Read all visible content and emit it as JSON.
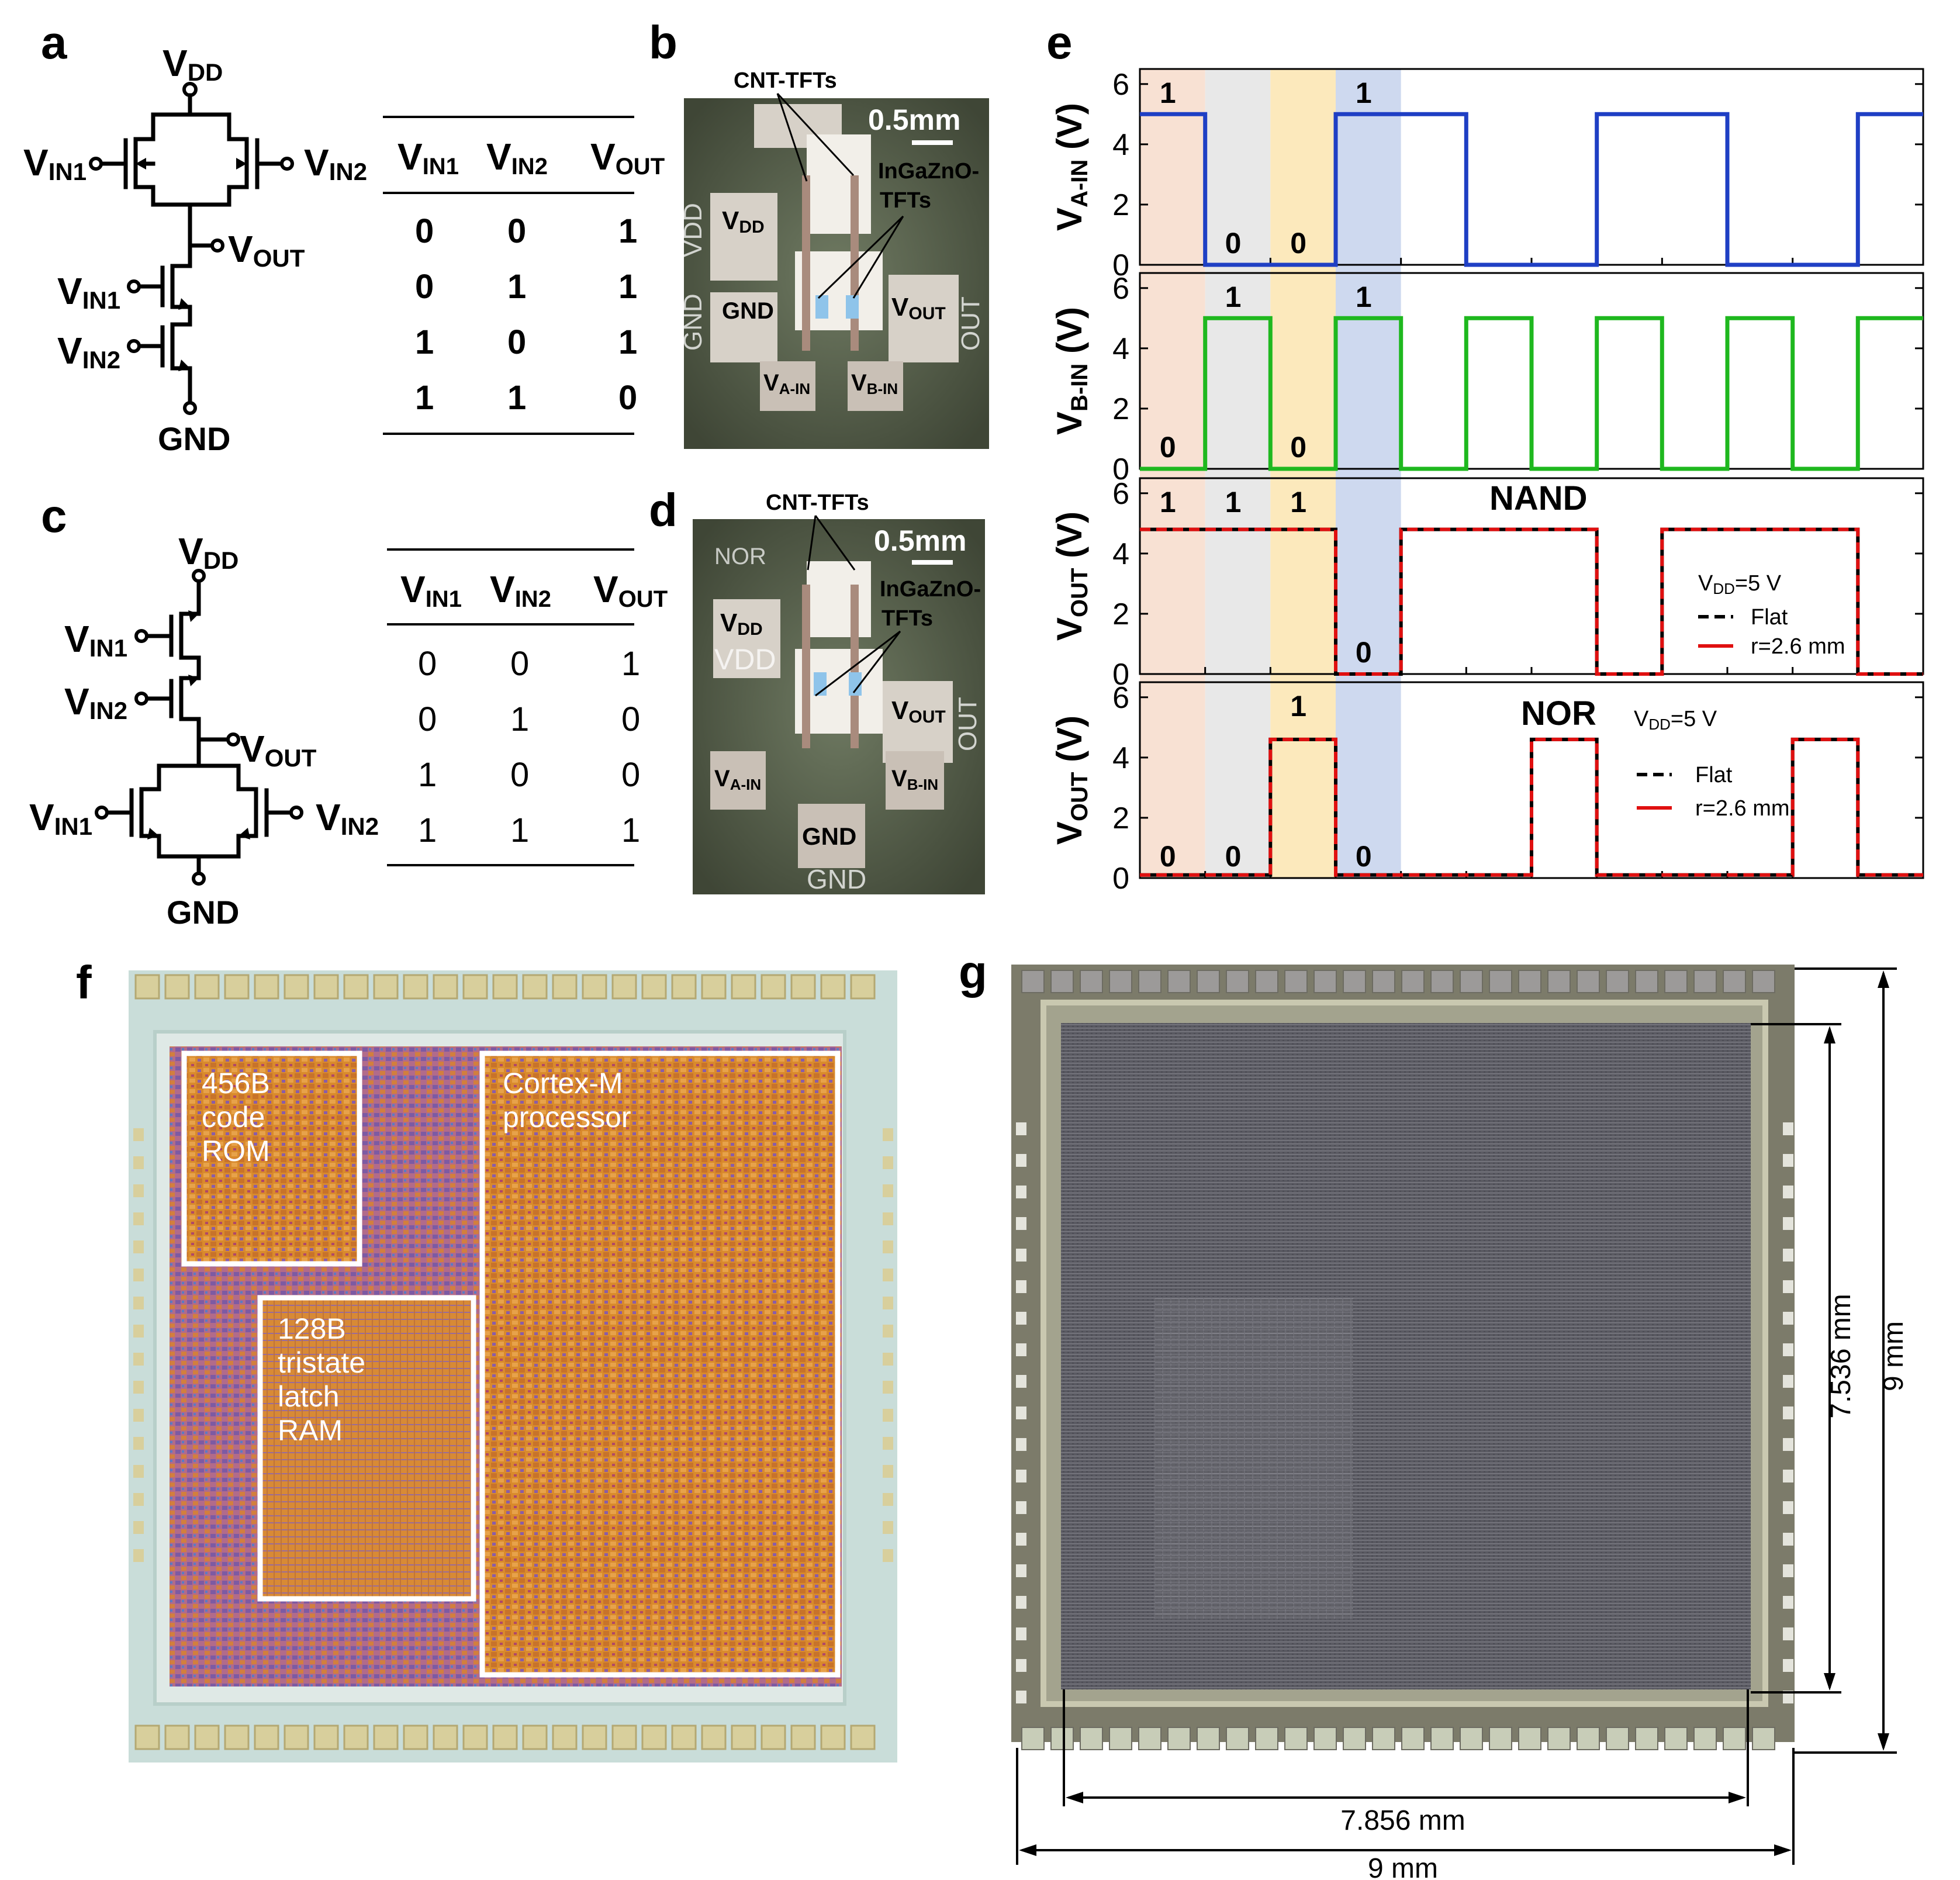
{
  "panels": {
    "a": {
      "letter": "a",
      "labels": {
        "vdd": "V",
        "vdd_sub": "DD",
        "vin": "V",
        "in1": "IN1",
        "in2": "IN2",
        "vout_sub": "OUT",
        "gnd": "GND"
      },
      "table": {
        "headers": [
          {
            "v": "V",
            "sub": "IN1"
          },
          {
            "v": "V",
            "sub": "IN2"
          },
          {
            "v": "V",
            "sub": "OUT"
          }
        ],
        "rows": [
          [
            "0",
            "0",
            "1"
          ],
          [
            "0",
            "1",
            "1"
          ],
          [
            "1",
            "0",
            "1"
          ],
          [
            "1",
            "1",
            "0"
          ]
        ]
      }
    },
    "b": {
      "letter": "b",
      "cnt": "CNT-TFTs",
      "scale": "0.5mm",
      "igzo1": "InGaZnO-",
      "igzo2": "TFTs",
      "vdd": "V",
      "vdd_sub": "DD",
      "gnd": "GND",
      "vout": "V",
      "vout_sub": "OUT",
      "va": "V",
      "va_sub": "A-IN",
      "vb": "V",
      "vb_sub": "B-IN",
      "chip_vdd": "VDD",
      "chip_gnd": "GND",
      "chip_out": "OUT"
    },
    "c": {
      "letter": "c",
      "labels": {
        "vdd": "V",
        "vdd_sub": "DD",
        "vin": "V",
        "in1": "IN1",
        "in2": "IN2",
        "vout_sub": "OUT",
        "gnd": "GND"
      },
      "table": {
        "headers": [
          {
            "v": "V",
            "sub": "IN1"
          },
          {
            "v": "V",
            "sub": "IN2"
          },
          {
            "v": "V",
            "sub": "OUT"
          }
        ],
        "rows": [
          [
            "0",
            "0",
            "1"
          ],
          [
            "0",
            "1",
            "0"
          ],
          [
            "1",
            "0",
            "0"
          ],
          [
            "1",
            "1",
            "1"
          ]
        ]
      }
    },
    "d": {
      "letter": "d",
      "cnt": "CNT-TFTs",
      "scale": "0.5mm",
      "igzo1": "InGaZnO-",
      "igzo2": "TFTs",
      "vdd": "V",
      "vdd_sub": "DD",
      "vout": "V",
      "vout_sub": "OUT",
      "va": "V",
      "va_sub": "A-IN",
      "vb": "V",
      "vb_sub": "B-IN",
      "gnd": "GND",
      "chip_nor": "NOR",
      "chip_vdd": "VDD",
      "chip_out": "OUT",
      "chip_gnd": "GND"
    },
    "e": {
      "letter": "e",
      "nand_label": "NAND",
      "nor_label": "NOR",
      "legend": {
        "vdd": "V",
        "vdd_sub": "DD",
        "vdd_val": "=5 V",
        "flat": "Flat",
        "bent": "r=2.6 mm"
      }
    },
    "f": {
      "letter": "f",
      "rom": [
        "456B",
        "code",
        "ROM"
      ],
      "ram": [
        "128B",
        "tristate",
        "latch",
        "RAM"
      ],
      "cpu": [
        "Cortex-M",
        "processor"
      ]
    },
    "g": {
      "letter": "g",
      "dim_height_inner": "7.536 mm",
      "dim_height_outer": "9 mm",
      "dim_width_inner": "7.856 mm",
      "dim_width_outer": "9 mm"
    }
  },
  "colors": {
    "va_trace": "#1f3fc4",
    "vb_trace": "#1fb81f",
    "flat_trace": "#000000",
    "bent_trace": "#e01010",
    "band_00": "#f7dccb",
    "band_01": "#e4e4e4",
    "band_10": "#fbe5b0",
    "band_11": "#c5d2ec"
  },
  "chart_data": [
    {
      "type": "line",
      "ylabel": "V",
      "ylabel_sub": "A-IN",
      "ylabel_unit": " (V)",
      "ylim": [
        0,
        6.5
      ],
      "yticks": [
        "0",
        "2",
        "4",
        "6"
      ],
      "x": [
        0,
        1,
        1,
        3,
        3,
        5,
        5,
        7,
        7,
        9,
        9,
        11,
        11,
        12
      ],
      "series": [
        {
          "values": [
            5,
            5,
            0,
            0,
            5,
            5,
            0,
            0,
            5,
            5,
            0,
            0,
            5,
            5
          ]
        }
      ],
      "annotations": [
        {
          "x": 0.5,
          "text": "1"
        },
        {
          "x": 1.5,
          "text": "0"
        },
        {
          "x": 2.5,
          "text": "0"
        },
        {
          "x": 3.5,
          "text": "1"
        }
      ]
    },
    {
      "type": "line",
      "ylabel": "V",
      "ylabel_sub": "B-IN",
      "ylabel_unit": " (V)",
      "ylim": [
        0,
        6.5
      ],
      "yticks": [
        "0",
        "2",
        "4",
        "6"
      ],
      "x": [
        0,
        1,
        1,
        2,
        2,
        3,
        3,
        4,
        4,
        5,
        5,
        6,
        6,
        7,
        7,
        8,
        8,
        9,
        9,
        10,
        10,
        11,
        11,
        12
      ],
      "series": [
        {
          "values": [
            0,
            0,
            5,
            5,
            0,
            0,
            5,
            5,
            0,
            0,
            5,
            5,
            0,
            0,
            5,
            5,
            0,
            0,
            5,
            5,
            0,
            0,
            5,
            5
          ]
        }
      ],
      "annotations": [
        {
          "x": 0.5,
          "text": "0"
        },
        {
          "x": 1.5,
          "text": "1"
        },
        {
          "x": 2.5,
          "text": "0"
        },
        {
          "x": 3.5,
          "text": "1"
        }
      ]
    },
    {
      "type": "line",
      "ylabel": "V",
      "ylabel_sub": "OUT",
      "ylabel_unit": " (V)",
      "ylim": [
        0,
        6.5
      ],
      "yticks": [
        "0",
        "2",
        "4",
        "6"
      ],
      "x": [
        0,
        3,
        3,
        4,
        4,
        7,
        7,
        8,
        8,
        11,
        11,
        12
      ],
      "series": [
        {
          "name": "Flat",
          "values": [
            4.8,
            4.8,
            0,
            0,
            4.8,
            4.8,
            0,
            0,
            4.8,
            4.8,
            0,
            0
          ]
        },
        {
          "name": "r=2.6 mm",
          "values": [
            4.8,
            4.8,
            0,
            0,
            4.8,
            4.8,
            0,
            0,
            4.8,
            4.8,
            0,
            0
          ]
        }
      ],
      "annotations": [
        {
          "x": 0.5,
          "text": "1"
        },
        {
          "x": 1.5,
          "text": "1"
        },
        {
          "x": 2.5,
          "text": "1"
        },
        {
          "x": 3.5,
          "text": "0"
        }
      ]
    },
    {
      "type": "line",
      "ylabel": "V",
      "ylabel_sub": "OUT",
      "ylabel_unit": " (V)",
      "ylim": [
        0,
        6.5
      ],
      "yticks": [
        "0",
        "2",
        "4",
        "6"
      ],
      "x": [
        0,
        2,
        2,
        3,
        3,
        6,
        6,
        7,
        7,
        10,
        10,
        11,
        11,
        12
      ],
      "series": [
        {
          "name": "Flat",
          "values": [
            0.1,
            0.1,
            4.6,
            4.6,
            0.1,
            0.1,
            4.6,
            4.6,
            0.1,
            0.1,
            4.6,
            4.6,
            0.1,
            0.1
          ]
        },
        {
          "name": "r=2.6 mm",
          "values": [
            0.1,
            0.1,
            4.6,
            4.6,
            0.1,
            0.1,
            4.6,
            4.6,
            0.1,
            0.1,
            4.6,
            4.6,
            0.1,
            0.1
          ]
        }
      ],
      "annotations": [
        {
          "x": 0.5,
          "text": "0"
        },
        {
          "x": 1.5,
          "text": "0"
        },
        {
          "x": 2.5,
          "text": "1"
        },
        {
          "x": 3.5,
          "text": "0"
        }
      ]
    }
  ]
}
